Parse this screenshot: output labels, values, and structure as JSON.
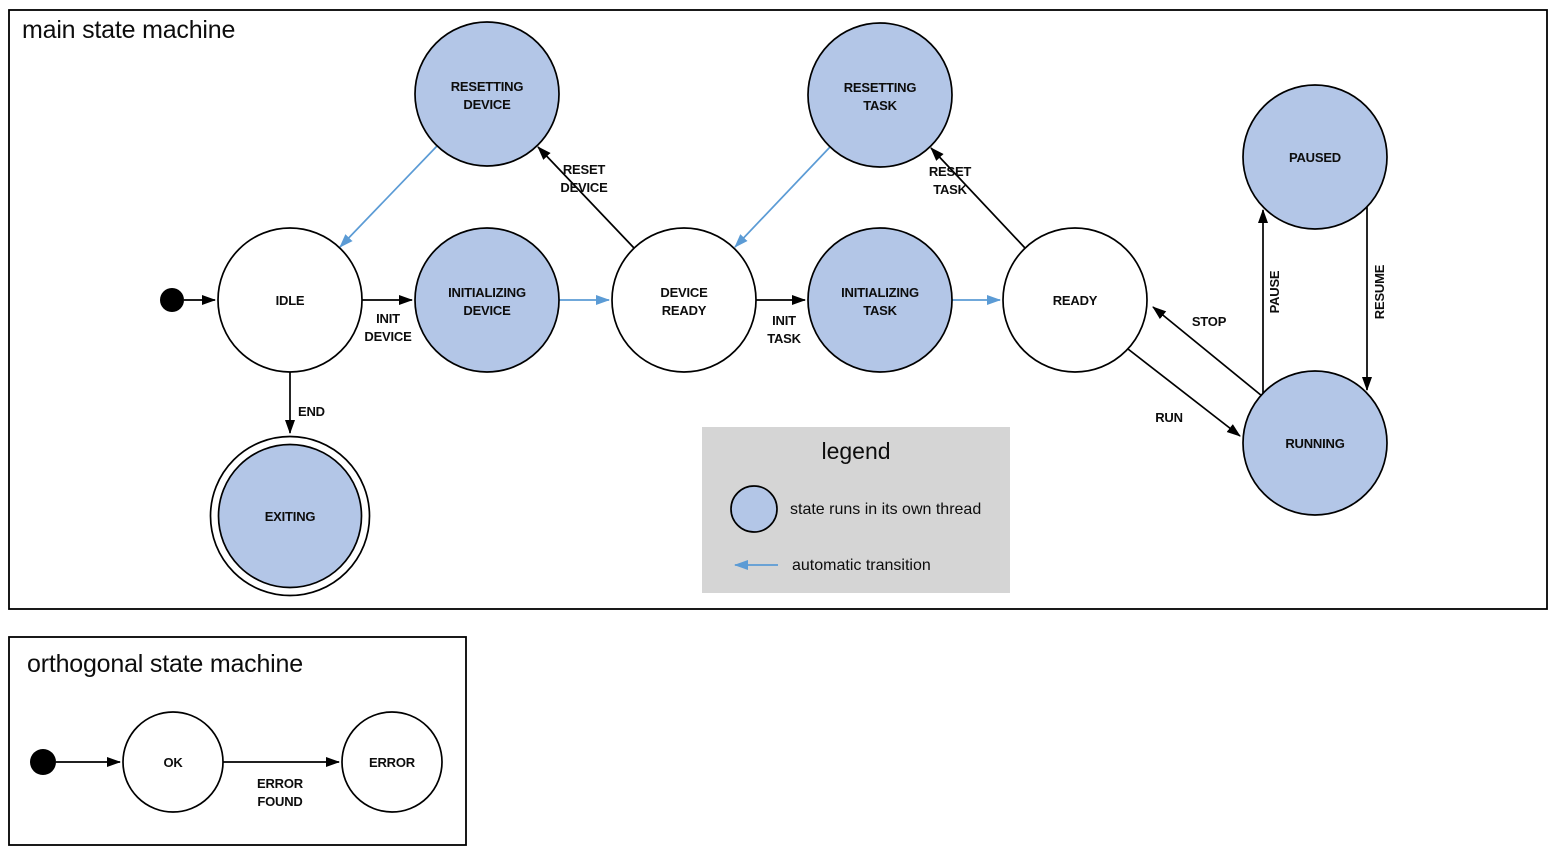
{
  "colors": {
    "state_fill": "#b3c6e7",
    "auto_arrow": "#5b9bd5",
    "legend_bg": "#d5d5d5",
    "stroke": "#000000"
  },
  "main": {
    "title": "main state machine",
    "states": {
      "resetting_device": {
        "line1": "RESETTING",
        "line2": "DEVICE"
      },
      "resetting_task": {
        "line1": "RESETTING",
        "line2": "TASK"
      },
      "paused": {
        "label": "PAUSED"
      },
      "idle": {
        "label": "IDLE"
      },
      "initializing_device": {
        "line1": "INITIALIZING",
        "line2": "DEVICE"
      },
      "device_ready": {
        "line1": "DEVICE",
        "line2": "READY"
      },
      "initializing_task": {
        "line1": "INITIALIZING",
        "line2": "TASK"
      },
      "ready": {
        "label": "READY"
      },
      "running": {
        "label": "RUNNING"
      },
      "exiting": {
        "label": "EXITING"
      }
    },
    "transitions": {
      "init_device": {
        "line1": "INIT",
        "line2": "DEVICE"
      },
      "reset_device": {
        "line1": "RESET",
        "line2": "DEVICE"
      },
      "init_task": {
        "line1": "INIT",
        "line2": "TASK"
      },
      "reset_task": {
        "line1": "RESET",
        "line2": "TASK"
      },
      "end": {
        "label": "END"
      },
      "run": {
        "label": "RUN"
      },
      "stop": {
        "label": "STOP"
      },
      "pause": {
        "label": "PAUSE"
      },
      "resume": {
        "label": "RESUME"
      }
    }
  },
  "legend": {
    "title": "legend",
    "thread_state": "state runs in its own thread",
    "auto_transition": "automatic transition"
  },
  "orthogonal": {
    "title": "orthogonal state machine",
    "states": {
      "ok": {
        "label": "OK"
      },
      "error": {
        "label": "ERROR"
      }
    },
    "transitions": {
      "error_found": {
        "line1": "ERROR",
        "line2": "FOUND"
      }
    }
  }
}
